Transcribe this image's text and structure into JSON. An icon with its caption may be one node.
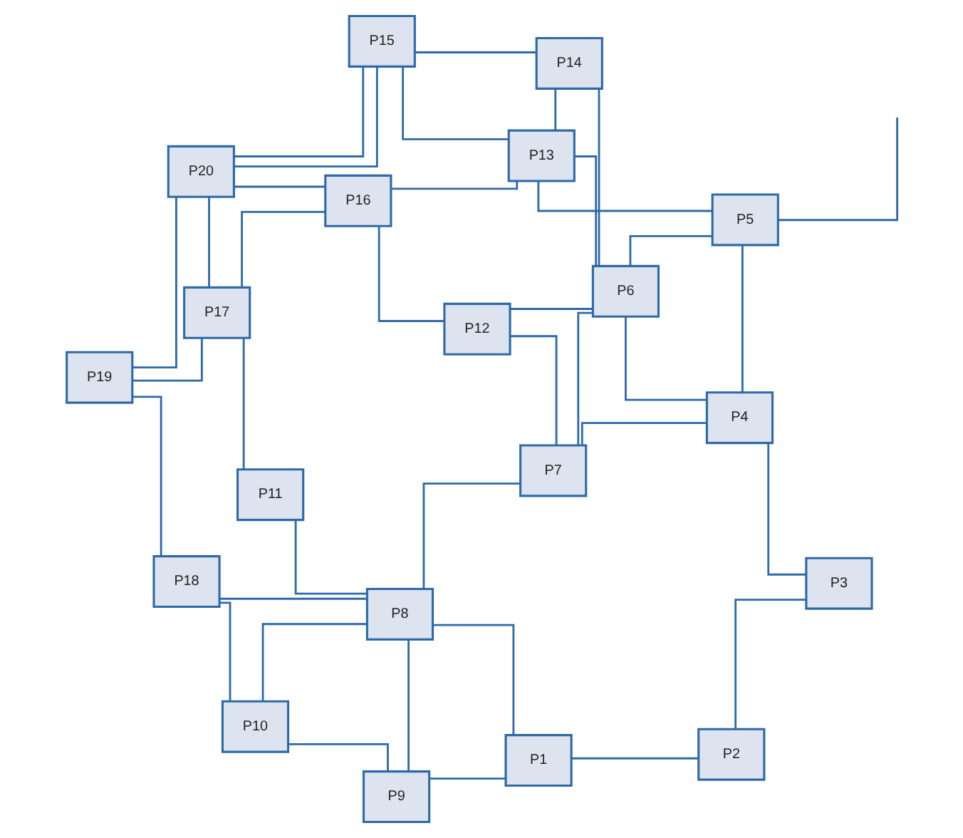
{
  "diagram": {
    "nodes": [
      {
        "text": [
          "P1"
        ]
      },
      {
        "text": [
          "P2"
        ]
      },
      {
        "text": [
          "P3"
        ]
      },
      {
        "text": [
          "P4"
        ]
      },
      {
        "text": [
          "P5"
        ]
      },
      {
        "text": [
          "P6"
        ]
      },
      {
        "text": [
          "P7"
        ]
      },
      {
        "text": [
          "P8"
        ]
      },
      {
        "text": [
          "P9"
        ]
      },
      {
        "text": [
          "P10"
        ]
      },
      {
        "text": [
          "P11"
        ]
      },
      {
        "text": [
          "P12"
        ]
      },
      {
        "text": [
          "P13"
        ]
      },
      {
        "text": [
          "P14"
        ]
      },
      {
        "text": [
          "P15"
        ]
      },
      {
        "text": [
          "P16"
        ]
      },
      {
        "text": [
          "P17"
        ]
      },
      {
        "text": [
          "P18"
        ]
      },
      {
        "text": [
          "P19"
        ]
      },
      {
        "text": [
          "P20"
        ]
      }
    ],
    "edges": [
      {
        "from": 0,
        "to": 1,
        "arrow": "none"
      },
      {
        "from": 1,
        "to": 2,
        "arrow": "none"
      },
      {
        "from": 2,
        "to": 3,
        "arrow": "none"
      },
      {
        "from": 0,
        "to": 7,
        "arrow": "none"
      },
      {
        "from": 17,
        "to": 7,
        "arrow": "none"
      },
      {
        "from": 0,
        "to": 8,
        "arrow": "none"
      },
      {
        "from": 8,
        "to": 7,
        "arrow": "none"
      },
      {
        "from": 8,
        "to": 9,
        "arrow": "none"
      },
      {
        "from": 7,
        "to": 9,
        "arrow": "none"
      },
      {
        "from": 7,
        "to": 6,
        "arrow": "none"
      },
      {
        "from": 7,
        "to": 10,
        "arrow": "none"
      },
      {
        "from": 3,
        "to": 6,
        "arrow": "none"
      },
      {
        "from": 3,
        "to": 5,
        "arrow": "none"
      },
      {
        "from": 3,
        "to": 4,
        "arrow": "none"
      },
      {
        "from": 6,
        "to": 5,
        "arrow": "none"
      },
      {
        "from": 6,
        "to": 11,
        "arrow": "none"
      },
      {
        "from": 5,
        "to": 4,
        "arrow": "none"
      },
      {
        "from": 12,
        "to": 4,
        "arrow": "none"
      },
      {
        "from": 5,
        "to": 13,
        "arrow": "none"
      },
      {
        "from": 5,
        "to": 11,
        "arrow": "none"
      },
      {
        "from": 5,
        "to": 12,
        "arrow": "none"
      },
      {
        "from": 4,
        "to": null,
        "arrow": "none"
      },
      {
        "from": 11,
        "to": 15,
        "arrow": "none"
      },
      {
        "from": 12,
        "to": 15,
        "arrow": "none"
      },
      {
        "from": 12,
        "to": 13,
        "arrow": "none"
      },
      {
        "from": 12,
        "to": 14,
        "arrow": "none"
      },
      {
        "from": 13,
        "to": 14,
        "arrow": "none"
      },
      {
        "from": 14,
        "to": 19,
        "arrow": "none"
      },
      {
        "from": 14,
        "to": 19,
        "arrow": "none"
      },
      {
        "from": 15,
        "to": 19,
        "arrow": "none"
      },
      {
        "from": 15,
        "to": 16,
        "arrow": "none"
      },
      {
        "from": 16,
        "to": 10,
        "arrow": "none"
      },
      {
        "from": 16,
        "to": 18,
        "arrow": "none"
      },
      {
        "from": 16,
        "to": 19,
        "arrow": "none"
      },
      {
        "from": 17,
        "to": 9,
        "arrow": "none"
      },
      {
        "from": 17,
        "to": 18,
        "arrow": "none"
      },
      {
        "from": 18,
        "to": 19,
        "arrow": "none"
      }
    ]
  }
}
